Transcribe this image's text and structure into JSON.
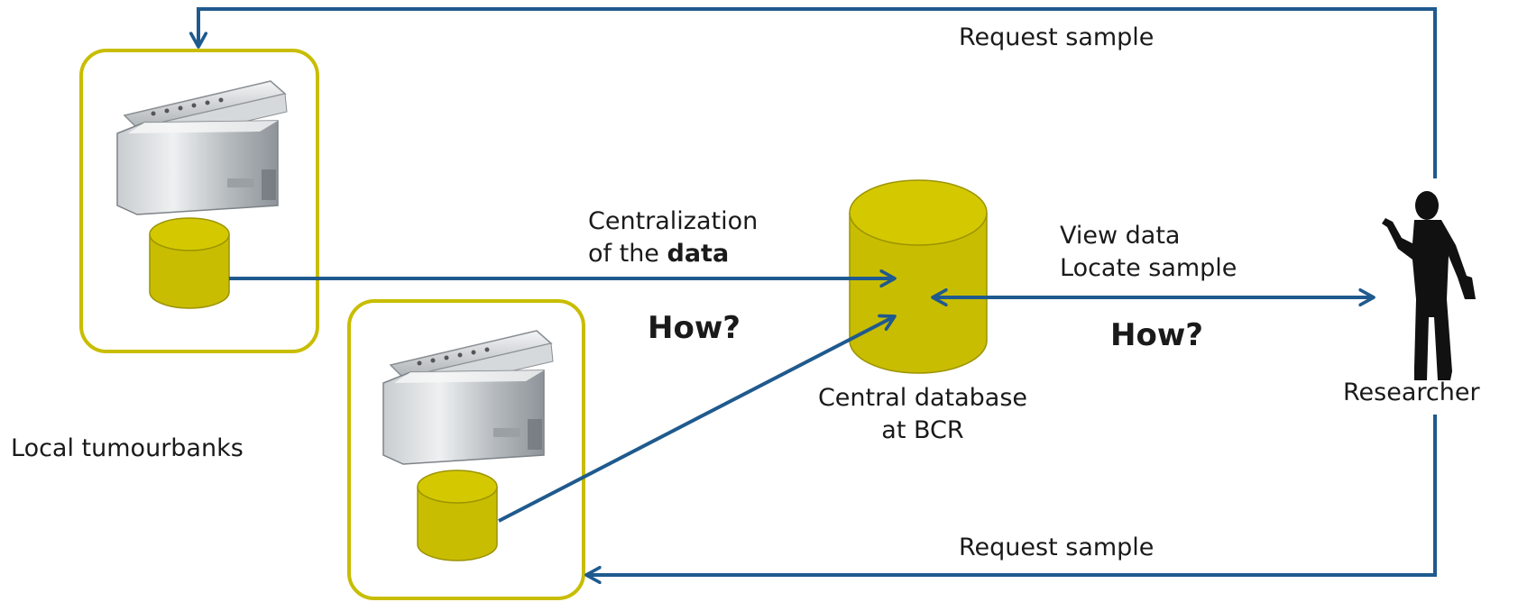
{
  "labels": {
    "request_sample_top": "Request sample",
    "request_sample_bottom": "Request sample",
    "centralization_line1": "Centralization",
    "centralization_line2_prefix": "of the ",
    "centralization_line2_bold": "data",
    "how_left": "How?",
    "how_right": "How?",
    "view_data": "View data",
    "locate_sample": "Locate sample",
    "central_db_line1": "Central database",
    "central_db_line2": "at BCR",
    "researcher": "Researcher",
    "local_tumourbanks": "Local tumourbanks"
  },
  "colors": {
    "arrow": "#1f5a8e",
    "database_fill": "#c8bd00",
    "database_stroke": "#9c9300",
    "frame": "#c8bd00",
    "silhouette": "#111111"
  },
  "icons": {
    "freezer": "chest-freezer-icon",
    "database": "database-cylinder-icon",
    "person": "researcher-silhouette-icon"
  }
}
